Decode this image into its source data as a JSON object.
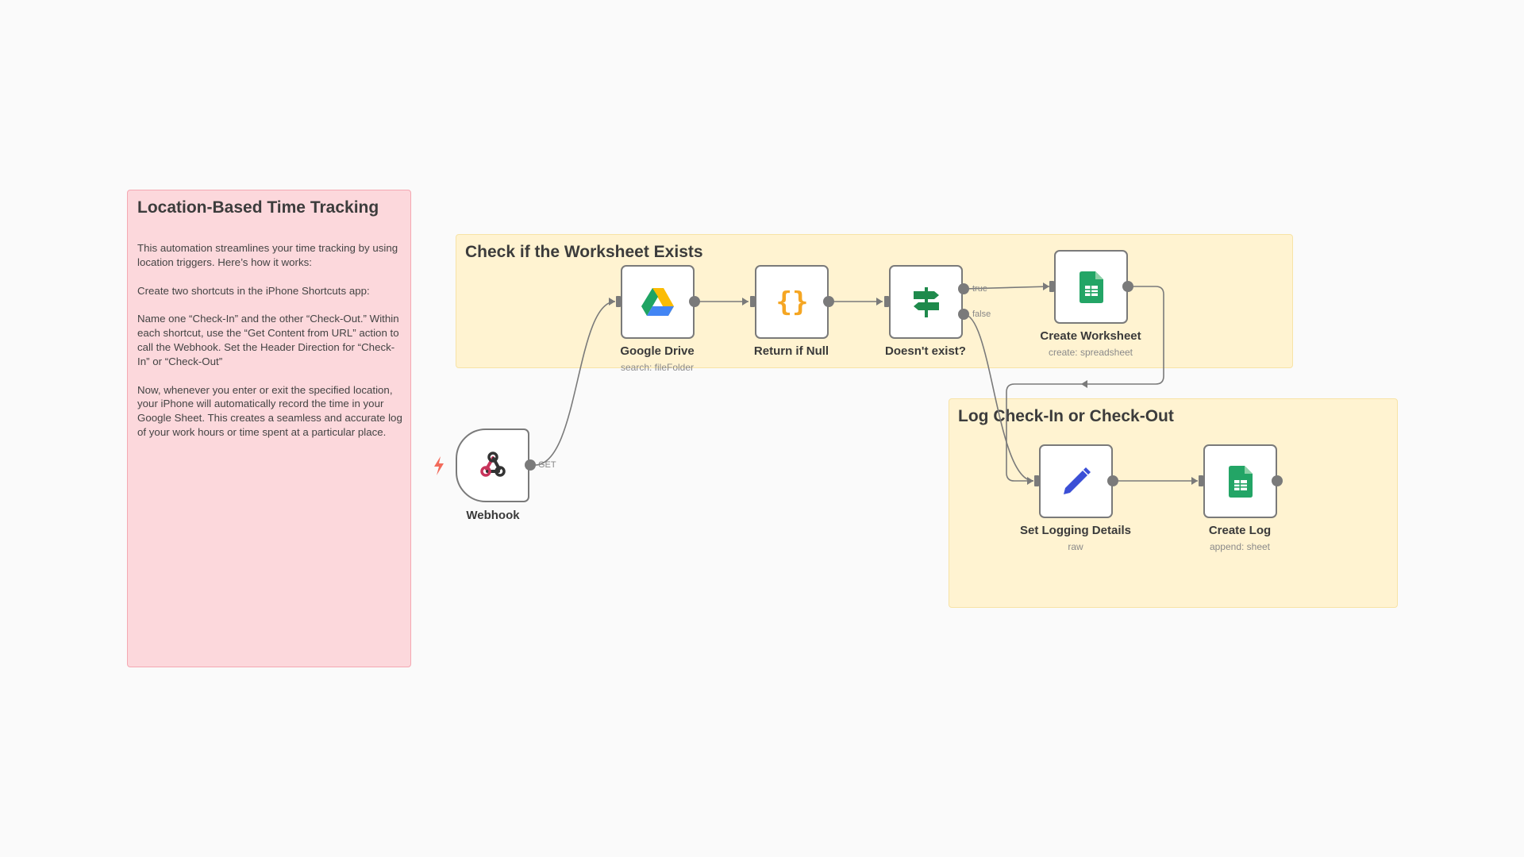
{
  "sticky_notes": {
    "intro": {
      "title": "Location-Based Time Tracking",
      "paragraphs": [
        "This automation streamlines your time tracking by using location triggers. Here’s how it works:",
        "Create two shortcuts in the iPhone Shortcuts app:",
        "Name one “Check-In” and the other “Check-Out.” Within each shortcut, use the “Get Content from URL” action to call the Webhook. Set the Header Direction for “Check-In” or “Check-Out”",
        "Now, whenever you enter or exit the specified location, your iPhone will automatically record the time in your Google Sheet. This creates a seamless and accurate log of your work hours or time spent at a particular place."
      ],
      "color": "#fcd8dc"
    },
    "check_group": {
      "title": "Check if the Worksheet Exists",
      "color": "#fff3d1"
    },
    "log_group": {
      "title": "Log Check-In or Check-Out",
      "color": "#fff3d1"
    }
  },
  "nodes": {
    "webhook": {
      "label": "Webhook",
      "subtitle": "",
      "icon": "webhook-icon",
      "output_label": "GET"
    },
    "google_drive": {
      "label": "Google Drive",
      "subtitle": "search: fileFolder",
      "icon": "google-drive-icon"
    },
    "return_if_null": {
      "label": "Return if Null",
      "subtitle": "",
      "icon": "code-braces-icon"
    },
    "doesnt_exist": {
      "label": "Doesn't exist?",
      "subtitle": "",
      "icon": "signpost-icon",
      "true_label": "true",
      "false_label": "false"
    },
    "create_worksheet": {
      "label": "Create Worksheet",
      "subtitle": "create: spreadsheet",
      "icon": "google-sheets-icon"
    },
    "set_logging_details": {
      "label": "Set Logging Details",
      "subtitle": "raw",
      "icon": "pencil-icon"
    },
    "create_log": {
      "label": "Create Log",
      "subtitle": "append: sheet",
      "icon": "google-sheets-icon"
    }
  },
  "trigger_icon": "lightning-bolt-icon",
  "colors": {
    "edge": "#7a7a7a",
    "trigger": "#f26b5b",
    "braces": "#f5a623",
    "signpost": "#1f8a4c",
    "sheets": "#23a566",
    "pencil": "#3b4fd6"
  }
}
